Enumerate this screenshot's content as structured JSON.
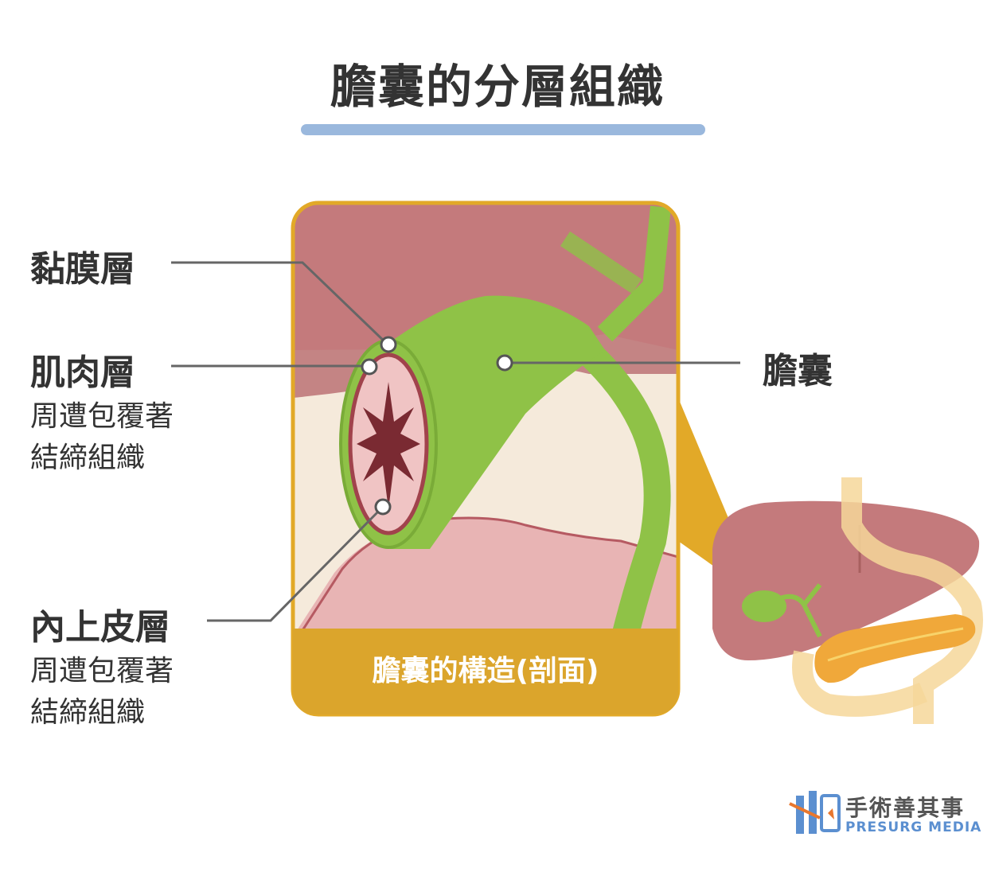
{
  "title": "膽囊的分層組織",
  "labels": {
    "mucosa": "黏膜層",
    "muscle": "肌肉層",
    "muscle_desc_line1": "周遭包覆著",
    "muscle_desc_line2": "結締組織",
    "epithelium": "內上皮層",
    "epithelium_desc_line1": "周遭包覆著",
    "epithelium_desc_line2": "結締組織",
    "gallbladder": "膽囊"
  },
  "caption": "膽囊的構造(剖面)",
  "logo": {
    "name": "手術善其事",
    "sub": "PRESURG MEDIA"
  },
  "colors": {
    "title_bar": "#9ab8dd",
    "frame": "#e2a928",
    "liver": "#c47a7c",
    "gallbladder": "#8fc247",
    "cream": "#f5eadb",
    "pancreas": "#f0a83a"
  }
}
